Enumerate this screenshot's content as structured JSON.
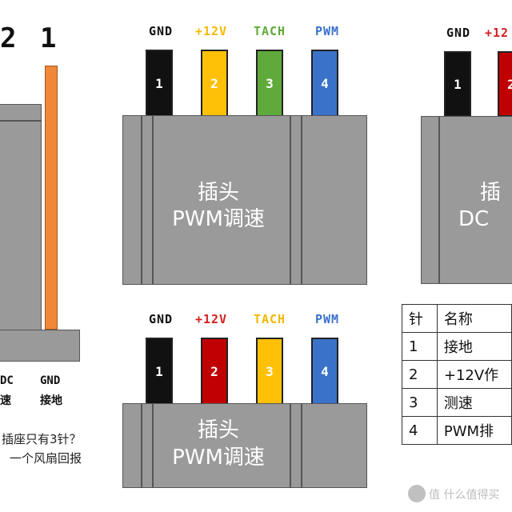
{
  "colors": {
    "gnd": "#111111",
    "v12": "#ffc107",
    "v12_red": "#c00000",
    "tach": "#5faa3a",
    "pwm": "#3a72c9",
    "orange": "#f0883a",
    "body_gray": "#9a9a9a",
    "v12_label": "#f5b800",
    "v12_label_red": "#d42020",
    "tach_label_green": "#5faa3a",
    "tach_label_yellow": "#f5b800",
    "pwm_label": "#3a72c9"
  },
  "left_partial": {
    "top_numbers": [
      "2",
      "1"
    ],
    "bottom_labels": [
      "DC",
      "GND"
    ],
    "bottom_sublabels": [
      "速",
      "接地"
    ],
    "note_lines": [
      "插座只有3针？",
      "一个风扇回报"
    ]
  },
  "top_connector": {
    "pins": [
      {
        "label": "GND",
        "number": "1"
      },
      {
        "label": "+12V",
        "number": "2"
      },
      {
        "label": "TACH",
        "number": "3"
      },
      {
        "label": "PWM",
        "number": "4"
      }
    ],
    "text_line1": "插头",
    "text_line2": "PWM调速"
  },
  "bottom_connector": {
    "pins": [
      {
        "label": "GND",
        "number": "1"
      },
      {
        "label": "+12V",
        "number": "2"
      },
      {
        "label": "TACH",
        "number": "3"
      },
      {
        "label": "PWM",
        "number": "4"
      }
    ],
    "text_line1": "插头",
    "text_line2": "PWM调速"
  },
  "right_connector": {
    "pins": [
      {
        "label": "GND",
        "number": "1"
      },
      {
        "label": "+12",
        "number": "2"
      }
    ],
    "text_line1": "插",
    "text_line2": "DC"
  },
  "pin_table": {
    "headers": [
      "针",
      "名称"
    ],
    "rows": [
      [
        "1",
        "接地"
      ],
      [
        "2",
        "+12V作"
      ],
      [
        "3",
        "测速"
      ],
      [
        "4",
        "PWM排"
      ]
    ]
  },
  "watermark": {
    "text": "值 什么值得买"
  }
}
